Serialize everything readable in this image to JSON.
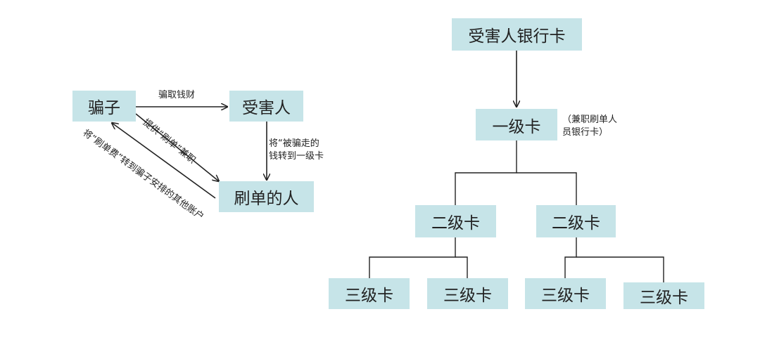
{
  "left_flow": {
    "nodes": {
      "scammer": "骗子",
      "victim": "受害人",
      "order_brusher": "刷单的人"
    },
    "edges": {
      "scammer_to_victim": "骗取钱财",
      "scammer_to_brusher": "提供“刷单”兼职",
      "victim_to_brusher_line1": "将“被骗走的",
      "victim_to_brusher_line2": "钱转到一级卡",
      "brusher_to_scammer": "将“刷单费”转到骗子安排的其他账户"
    }
  },
  "right_tree": {
    "root": "受害人银行卡",
    "level1": "一级卡",
    "level1_note_line1": "（兼职刷单人",
    "level1_note_line2": "员银行卡）",
    "level2": [
      "二级卡",
      "二级卡"
    ],
    "level3": [
      "三级卡",
      "三级卡",
      "三级卡",
      "三级卡"
    ]
  },
  "colors": {
    "node_fill": "#c6e4e8",
    "line": "#222222"
  }
}
